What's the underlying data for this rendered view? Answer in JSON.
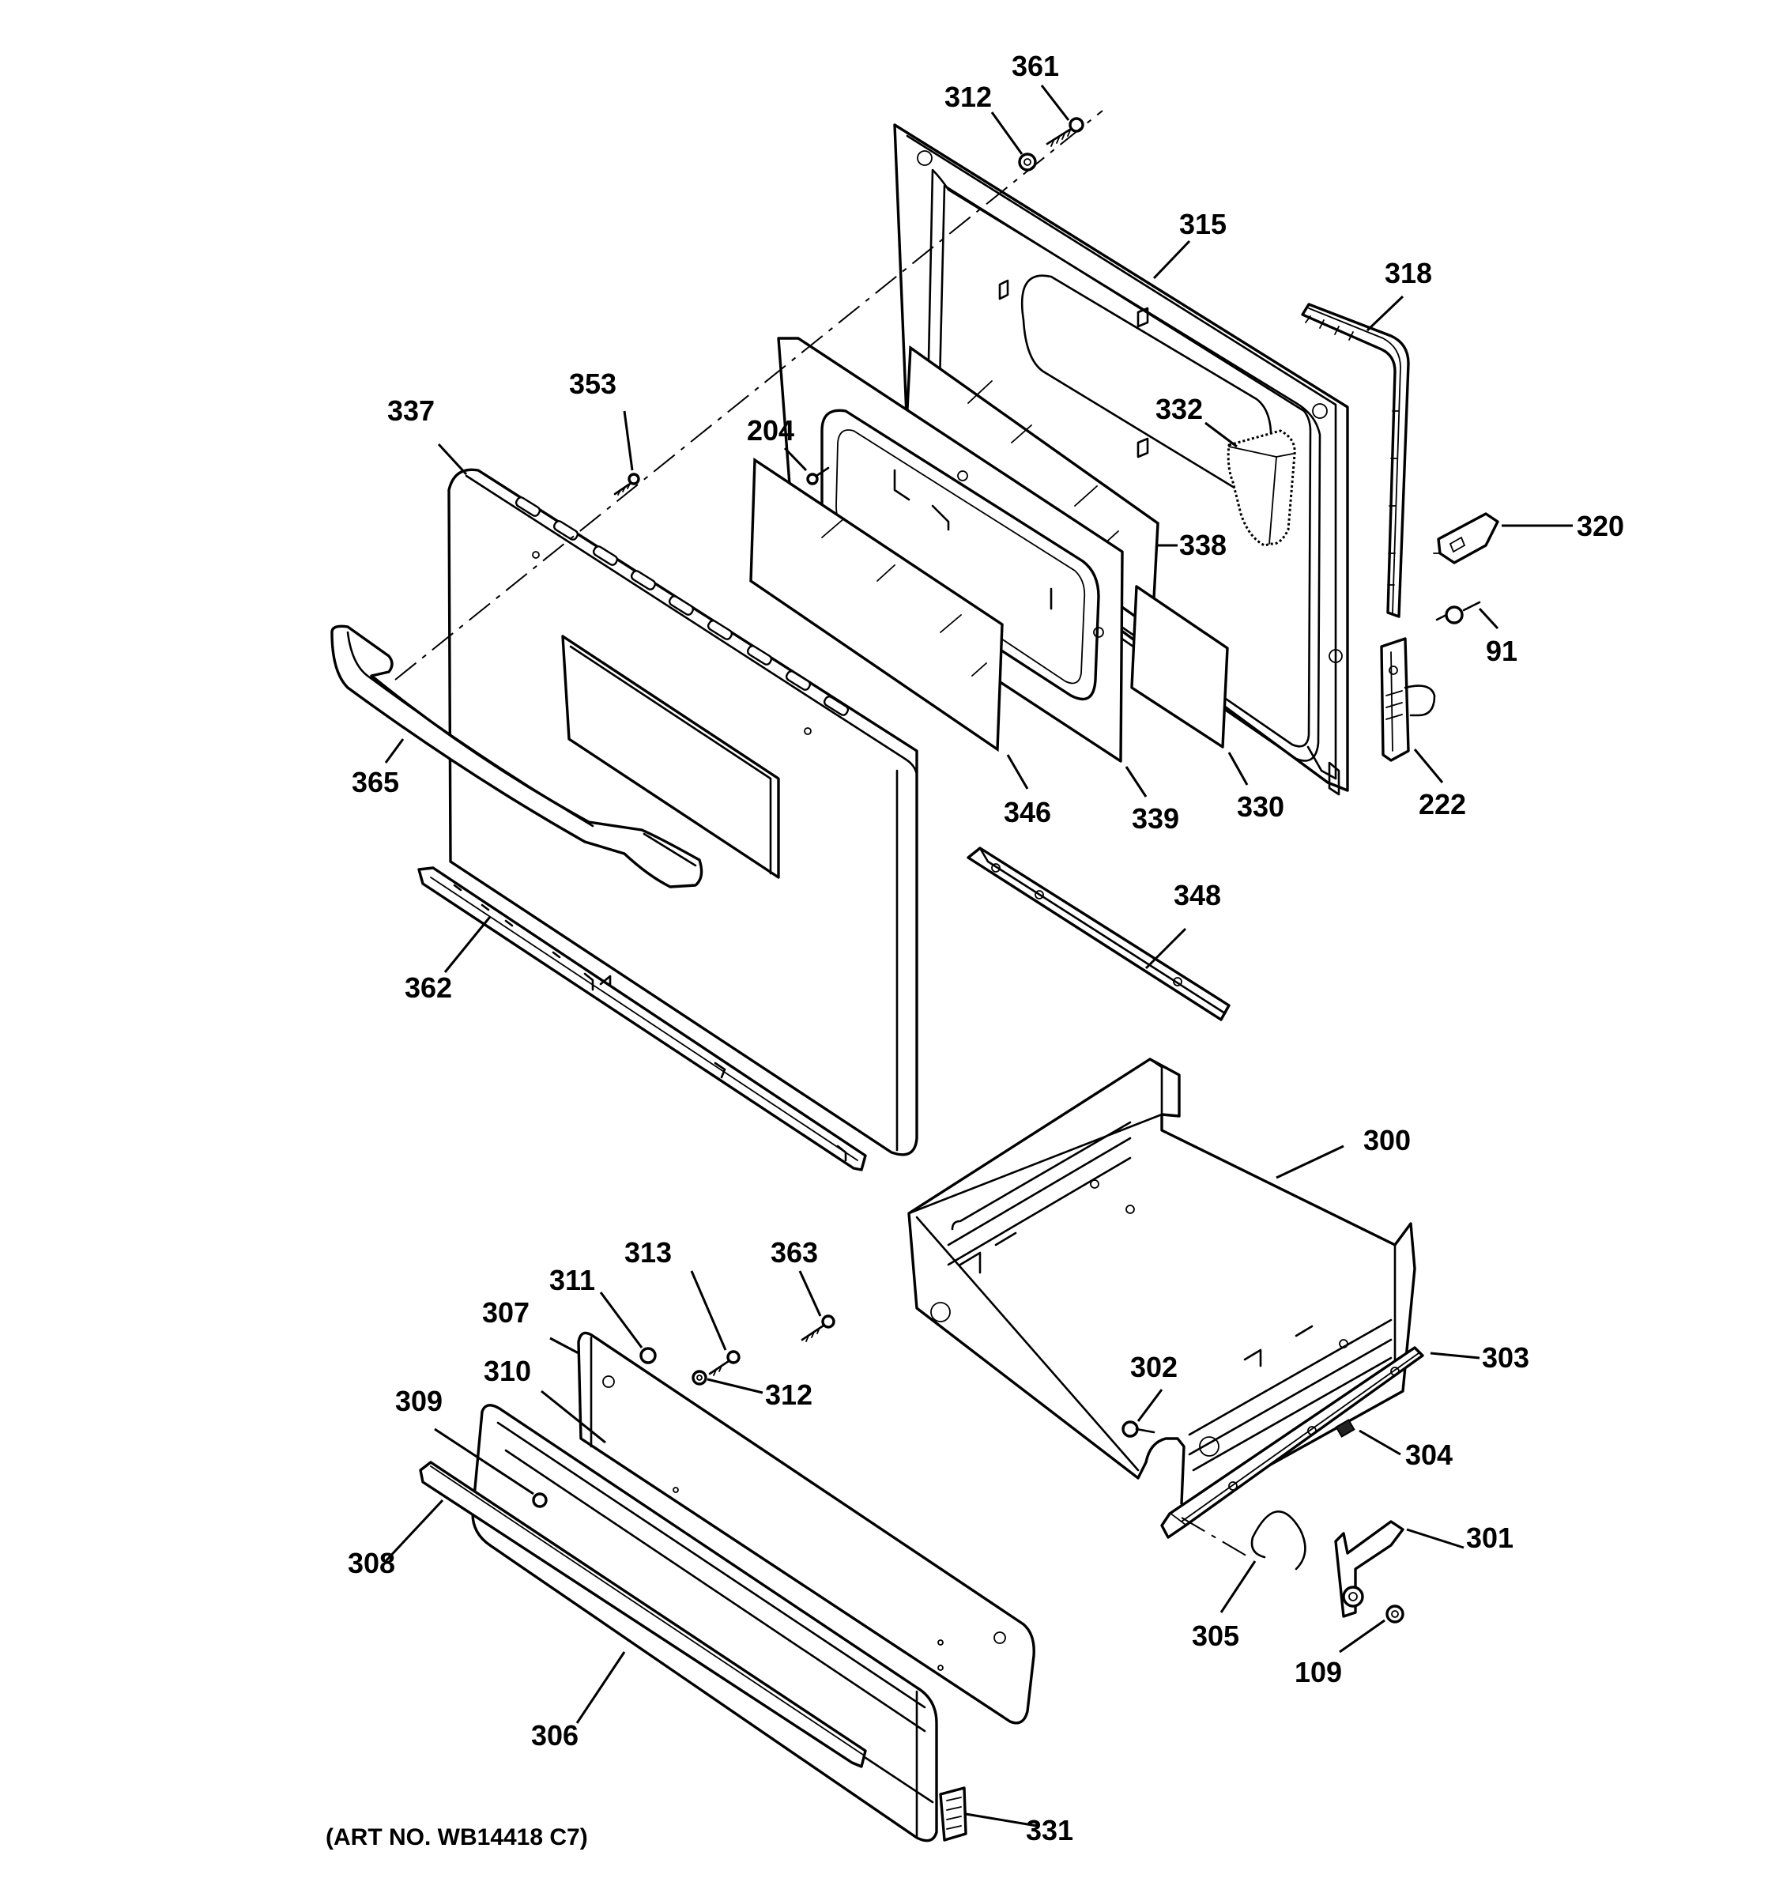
{
  "art_number": "(ART NO. WB14418 C7)",
  "callouts": [
    {
      "id": "361",
      "label": "361"
    },
    {
      "id": "312a",
      "label": "312"
    },
    {
      "id": "315",
      "label": "315"
    },
    {
      "id": "318",
      "label": "318"
    },
    {
      "id": "332",
      "label": "332"
    },
    {
      "id": "320",
      "label": "320"
    },
    {
      "id": "338",
      "label": "338"
    },
    {
      "id": "91",
      "label": "91"
    },
    {
      "id": "222",
      "label": "222"
    },
    {
      "id": "330",
      "label": "330"
    },
    {
      "id": "339",
      "label": "339"
    },
    {
      "id": "346",
      "label": "346"
    },
    {
      "id": "204",
      "label": "204"
    },
    {
      "id": "353",
      "label": "353"
    },
    {
      "id": "337",
      "label": "337"
    },
    {
      "id": "365",
      "label": "365"
    },
    {
      "id": "362",
      "label": "362"
    },
    {
      "id": "348",
      "label": "348"
    },
    {
      "id": "300",
      "label": "300"
    },
    {
      "id": "303",
      "label": "303"
    },
    {
      "id": "302",
      "label": "302"
    },
    {
      "id": "304",
      "label": "304"
    },
    {
      "id": "301",
      "label": "301"
    },
    {
      "id": "305",
      "label": "305"
    },
    {
      "id": "109",
      "label": "109"
    },
    {
      "id": "363",
      "label": "363"
    },
    {
      "id": "313",
      "label": "313"
    },
    {
      "id": "311",
      "label": "311"
    },
    {
      "id": "307",
      "label": "307"
    },
    {
      "id": "312b",
      "label": "312"
    },
    {
      "id": "310",
      "label": "310"
    },
    {
      "id": "309",
      "label": "309"
    },
    {
      "id": "308",
      "label": "308"
    },
    {
      "id": "306",
      "label": "306"
    },
    {
      "id": "331",
      "label": "331"
    }
  ]
}
